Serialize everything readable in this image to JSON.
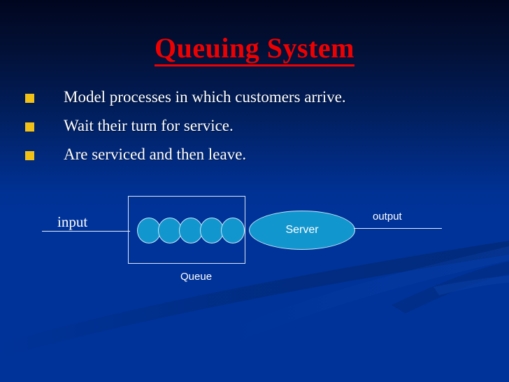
{
  "slide": {
    "title": "Queuing System",
    "background_top_color": "#01061f",
    "background_bottom_color": "#003399",
    "title_color": "#ef0000",
    "bullet_marker_color": "#f2c117",
    "shape_fill_color": "#1296ce",
    "shape_outline_color": "#c9e6f5",
    "text_color": "#ffffff"
  },
  "bullets": [
    {
      "text": "Model processes in which customers arrive."
    },
    {
      "text": "Wait their turn for service."
    },
    {
      "text": "Are serviced and then leave."
    }
  ],
  "diagram": {
    "input_label": "input",
    "output_label": "output",
    "queue_label": "Queue",
    "server_label": "Server",
    "queue_circle_count": 5
  }
}
